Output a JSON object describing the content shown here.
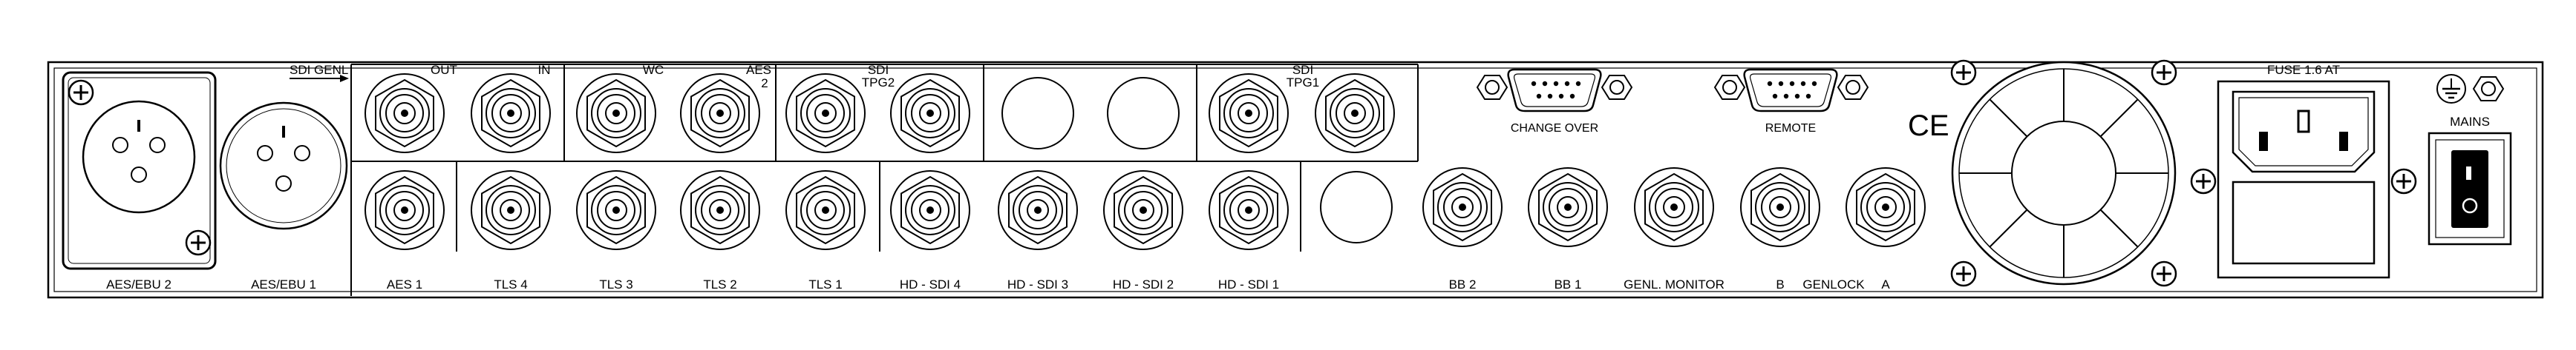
{
  "top_labels": {
    "sdi_genl": "SDI GENL",
    "out": "OUT",
    "in": "IN",
    "wc": "WC",
    "aes_top": "AES",
    "aes_num": "2",
    "sdi_tpg2_a": "SDI",
    "sdi_tpg2_b": "TPG2",
    "sdi_tpg1_a": "SDI",
    "sdi_tpg1_b": "TPG1"
  },
  "bottom_labels": {
    "aes_ebu_2": "AES/EBU 2",
    "aes_ebu_1": "AES/EBU 1",
    "aes_1": "AES 1",
    "tls_4": "TLS 4",
    "tls_3": "TLS 3",
    "tls_2": "TLS 2",
    "tls_1": "TLS 1",
    "hd_sdi_4": "HD - SDI 4",
    "hd_sdi_3": "HD - SDI 3",
    "hd_sdi_2": "HD - SDI 2",
    "hd_sdi_1": "HD - SDI 1",
    "bb_2": "BB 2",
    "bb_1": "BB 1",
    "genl_monitor": "GENL. MONITOR",
    "genlock_b": "B",
    "genlock": "GENLOCK",
    "genlock_a": "A"
  },
  "dsub_labels": {
    "change_over": "CHANGE OVER",
    "remote": "REMOTE"
  },
  "power": {
    "fuse": "FUSE 1.6 AT",
    "mains": "MAINS"
  },
  "ce_mark": "CE"
}
